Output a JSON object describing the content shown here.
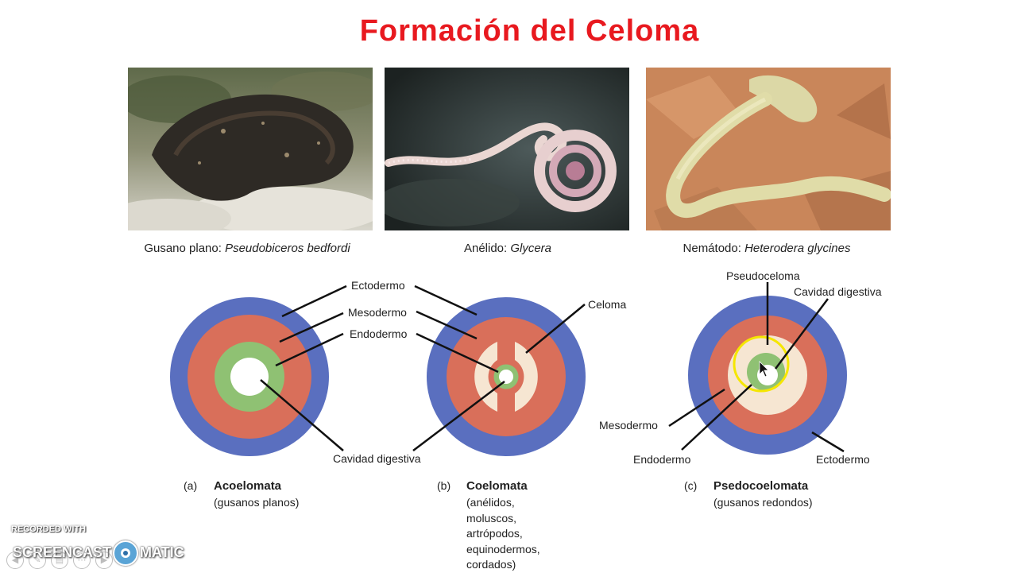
{
  "title": "Formación del Celoma",
  "photos": [
    {
      "caption_prefix": "Gusano plano: ",
      "caption_species": "Pseudobiceros bedfordi"
    },
    {
      "caption_prefix": "Anélido: ",
      "caption_species": "Glycera"
    },
    {
      "caption_prefix": "Nemátodo: ",
      "caption_species": "Heterodera glycines"
    }
  ],
  "diagrams": {
    "a": {
      "ectodermo": "Ectodermo",
      "mesodermo": "Mesodermo",
      "endodermo": "Endodermo",
      "cavidad": "Cavidad digestiva"
    },
    "b": {
      "celoma": "Celoma"
    },
    "c": {
      "pseudoceloma": "Pseudoceloma",
      "cavidad": "Cavidad digestiva",
      "mesodermo": "Mesodermo",
      "endodermo": "Endodermo",
      "ectodermo": "Ectodermo"
    }
  },
  "captions": [
    {
      "letter": "(a)",
      "name": "Acoelomata",
      "sub": [
        "(gusanos planos)"
      ]
    },
    {
      "letter": "(b)",
      "name": "Coelomata",
      "sub": [
        "(anélidos,",
        "moluscos,",
        "artrópodos,",
        "equinodermos,",
        "cordados)"
      ]
    },
    {
      "letter": "(c)",
      "name": "Psedocoelomata",
      "sub": [
        "(gusanos redondos)"
      ]
    }
  ],
  "watermark": {
    "recorded": "RECORDED WITH",
    "brand_left": "SCREENCAST",
    "brand_right": "MATIC"
  },
  "colors": {
    "title": "#e8191f",
    "ectoderm": "#5a6fbf",
    "mesoderm": "#d96f5a",
    "endoderm": "#8fc173",
    "coelom": "#f6e6d2",
    "highlight": "#f5e600"
  }
}
